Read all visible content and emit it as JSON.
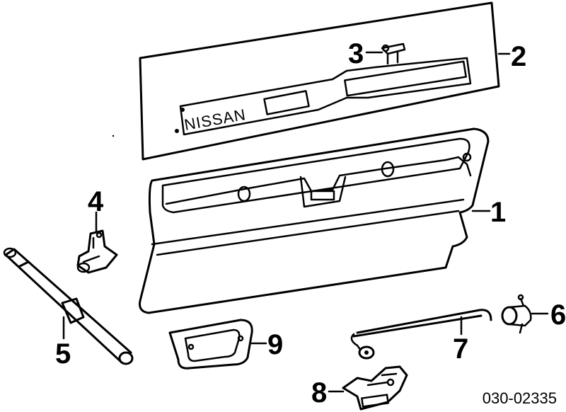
{
  "diagram": {
    "brand_text": "NISSAN",
    "part_number": "030-02335",
    "callouts": [
      "1",
      "2",
      "3",
      "4",
      "5",
      "6",
      "7",
      "8",
      "9"
    ]
  }
}
